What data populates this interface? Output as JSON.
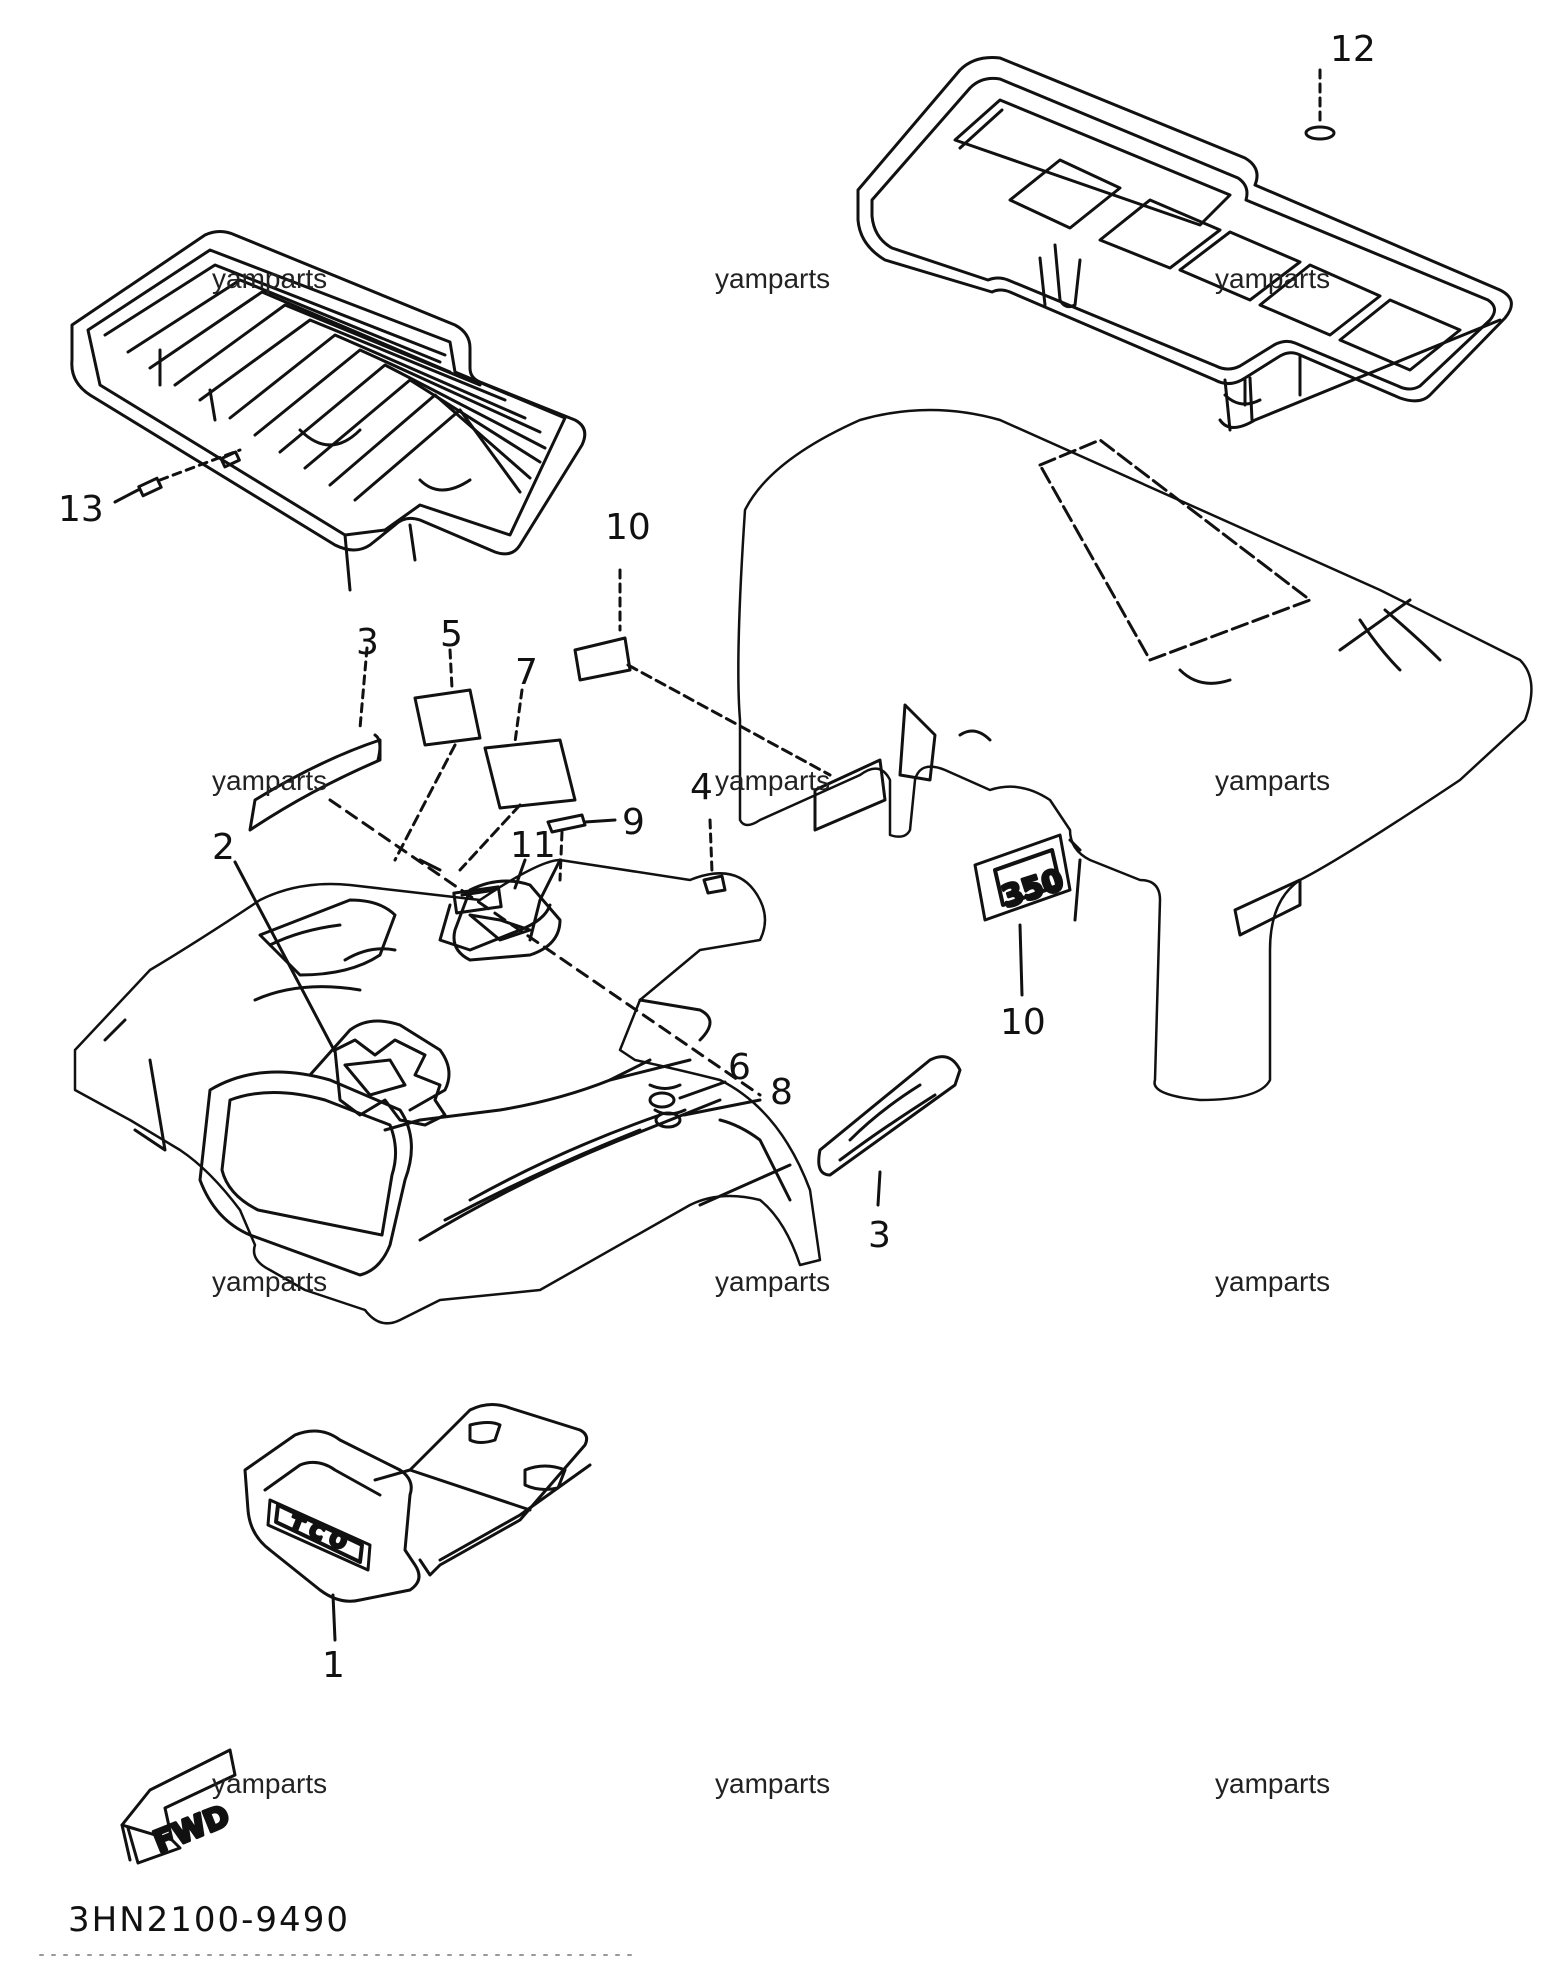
{
  "diagram": {
    "code": "3HN2100-9490",
    "watermark": "yamparts",
    "callouts": [
      "12",
      "13",
      "10",
      "3",
      "5",
      "7",
      "9",
      "11",
      "4",
      "2",
      "6",
      "8",
      "3",
      "10",
      "1"
    ],
    "decals": {
      "number": "350",
      "fwd": "FWD",
      "tco": "T C O"
    }
  }
}
